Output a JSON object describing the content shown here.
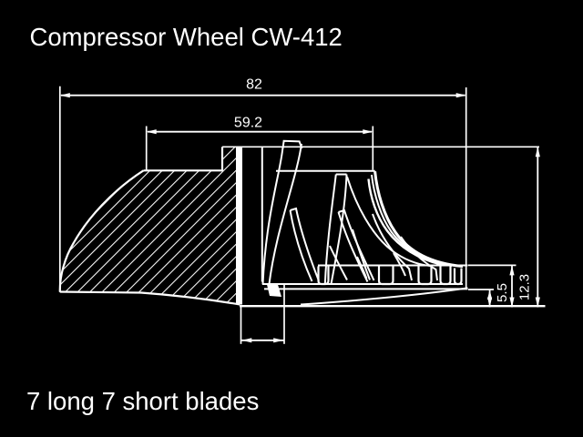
{
  "title": "Compressor Wheel CW-412",
  "note": "7 long 7 short blades",
  "colors": {
    "background": "#000000",
    "line": "#ffffff",
    "text": "#ffffff"
  },
  "drawing": {
    "type": "technical-section-drawing",
    "subject": "compressor wheel",
    "blade_configuration": "7 long 7 short blades"
  },
  "dimensions": {
    "overall_width": {
      "label": "82"
    },
    "inducer_width": {
      "label": "59.2"
    },
    "rim_height": {
      "label": "12.3"
    },
    "backdisk_height": {
      "label": "5.5"
    }
  }
}
